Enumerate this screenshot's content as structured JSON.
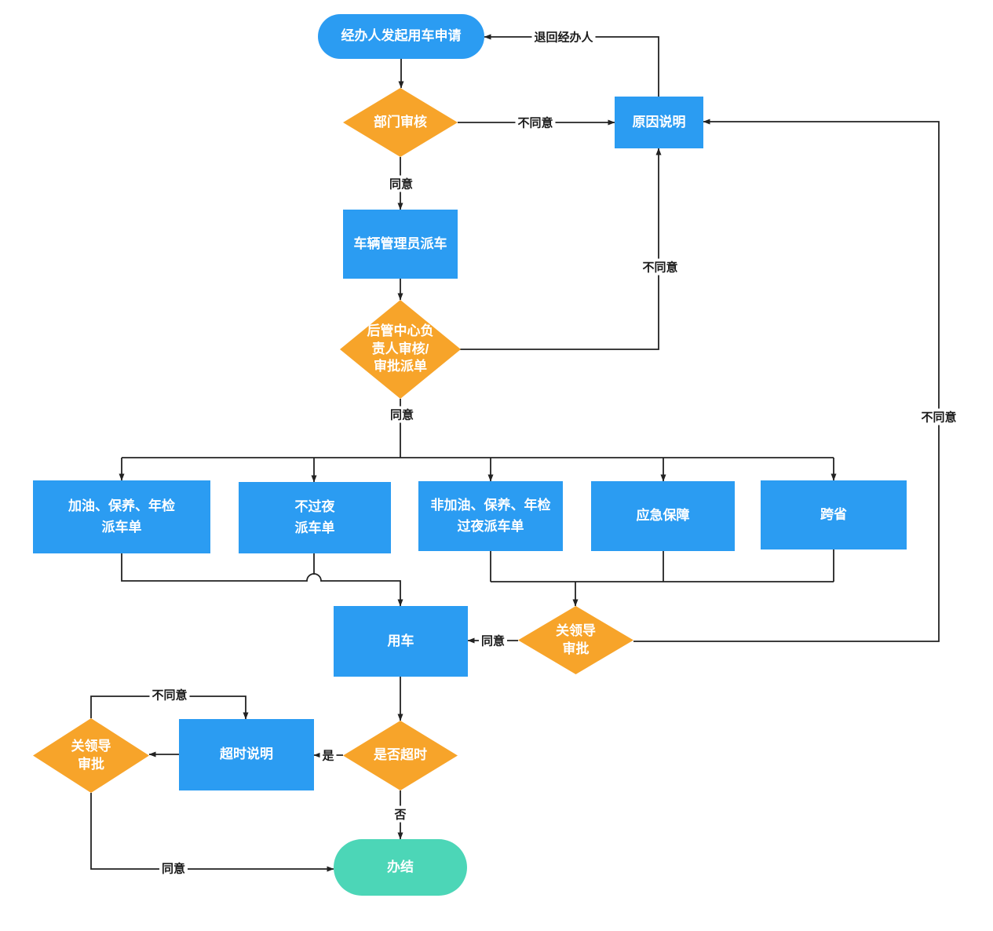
{
  "diagram": {
    "colors": {
      "process_fill": "#2b9cf2",
      "decision_fill": "#f7a42a",
      "end_fill": "#4cd6b7",
      "node_text": "#ffffff",
      "line": "#222222",
      "label_text": "#1a1a1a"
    },
    "nodes": {
      "start": {
        "type": "start",
        "label": "经办人发起用车申请"
      },
      "dept_review": {
        "type": "decision",
        "label": "部门审核"
      },
      "reason": {
        "type": "process",
        "label": "原因说明"
      },
      "dispatch": {
        "type": "process",
        "label": "车辆管理员派车"
      },
      "center_review": {
        "type": "decision",
        "label": "后管中心负\n责人审核/\n审批派单"
      },
      "order_fuel": {
        "type": "process",
        "label": "加油、保养、年检\n派车单"
      },
      "order_no_overnight": {
        "type": "process",
        "label": "不过夜\n派车单"
      },
      "order_non_fuel_overnight": {
        "type": "process",
        "label": "非加油、保养、年检\n过夜派车单"
      },
      "emergency": {
        "type": "process",
        "label": "应急保障"
      },
      "cross_province": {
        "type": "process",
        "label": "跨省"
      },
      "use_car": {
        "type": "process",
        "label": "用车"
      },
      "leader_approval_1": {
        "type": "decision",
        "label": "关领导\n审批"
      },
      "overtime_check": {
        "type": "decision",
        "label": "是否超时"
      },
      "overtime_note": {
        "type": "process",
        "label": "超时说明"
      },
      "leader_approval_2": {
        "type": "decision",
        "label": "关领导\n审批"
      },
      "done": {
        "type": "end",
        "label": "办结"
      }
    },
    "edge_labels": {
      "return_to_applicant": "退回经办人",
      "dept_disagree": "不同意",
      "dept_agree": "同意",
      "center_disagree": "不同意",
      "center_agree": "同意",
      "leader1_agree": "同意",
      "leader1_disagree": "不同意",
      "overtime_yes": "是",
      "overtime_no": "否",
      "leader2_disagree": "不同意",
      "leader2_agree": "同意"
    }
  }
}
